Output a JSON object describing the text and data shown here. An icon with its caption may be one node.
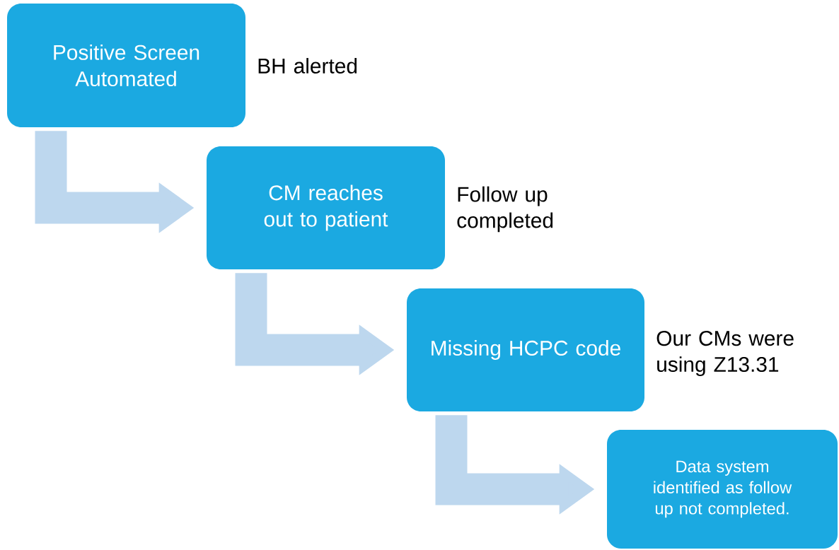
{
  "diagram": {
    "nodes": [
      {
        "text": [
          "Positive Screen Automated"
        ],
        "beside": [
          "BH alerted"
        ]
      },
      {
        "text": [
          "CM reaches out to patient"
        ],
        "beside": [
          "Follow up completed"
        ]
      },
      {
        "text": [
          "Missing HCPC code"
        ],
        "beside": [
          "Our CMs were using Z13.31"
        ]
      },
      {
        "text": [
          "Data system identified as follow up not completed."
        ]
      }
    ],
    "edges": [
      {
        "from": 0,
        "to": 1,
        "arrow": "to"
      },
      {
        "from": 1,
        "to": 2,
        "arrow": "to"
      },
      {
        "from": 2,
        "to": 3,
        "arrow": "to"
      }
    ]
  }
}
